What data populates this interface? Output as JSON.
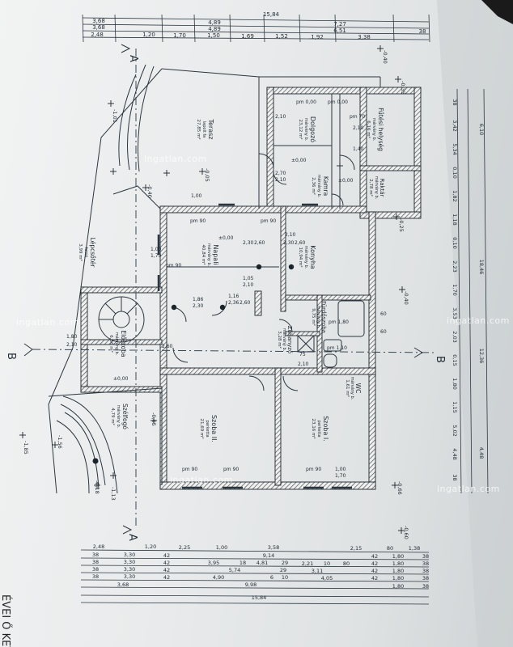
{
  "watermark": "ingatlan.com",
  "section_labels": {
    "a": "A",
    "b": "B"
  },
  "side_text": "ÉVEI Ő KET",
  "top_dimensions": {
    "row1": [
      "3,68",
      "4,89",
      "7,27"
    ],
    "row0": [
      "15,84"
    ],
    "row2": [
      "3,68",
      "4,89",
      "6,51",
      "38"
    ],
    "row3": [
      "2,48",
      "1,20",
      "1,70",
      "1,50",
      "1,69",
      "1,52",
      "1,92",
      "3,38"
    ]
  },
  "bottom_dimensions": {
    "row1": [
      "2,48",
      "1,20",
      "2,25",
      "1,00",
      "3,58",
      "2,15",
      "80",
      "1,38"
    ],
    "row2": [
      "38",
      "3,30",
      "42",
      "9,14",
      "42",
      "1,80",
      "38"
    ],
    "row3": [
      "38",
      "3,30",
      "42",
      "3,95",
      "18",
      "4,81",
      "29",
      "2,21",
      "10",
      "80",
      "42",
      "1,80",
      "38"
    ],
    "row4": [
      "38",
      "3,30",
      "42",
      "5,74",
      "29",
      "3,11",
      "42",
      "1,80",
      "38"
    ],
    "row5": [
      "38",
      "3,30",
      "42",
      "4,90",
      "6",
      "10",
      "4,05",
      "42",
      "1,80",
      "38"
    ],
    "row6": [
      "3,68",
      "9,98",
      "1,80",
      "38"
    ],
    "row7": [
      "15,84"
    ]
  },
  "right_dimensions": {
    "col1": [
      "38",
      "3,42",
      "5,34",
      "0,10",
      "1,82",
      "1,18",
      "0,10",
      "2,23",
      "1,70",
      "3,53",
      "2,03",
      "0,15",
      "1,80",
      "1,15",
      "5,02",
      "4,48",
      "38"
    ],
    "col2": [
      "6,10",
      "18,46",
      "12,36",
      "4,48"
    ]
  },
  "levels": [
    "-0,40",
    "-0,35",
    "-0,25",
    "-0,40",
    "-1,01",
    "-0,05",
    "-0,40",
    "-1,85",
    "-1,56",
    "-1,13",
    "-0,18",
    "-0,05",
    "-0,66",
    "-0,60"
  ],
  "rooms": [
    {
      "name": "Terasz",
      "floor": "lapolt fa",
      "area": "27,85 m²"
    },
    {
      "name": "Dolgozó",
      "floor": "márvány b.",
      "area": "23,12 m²"
    },
    {
      "name": "Fűtési helység",
      "floor": "márvány b.",
      "area": "6,16 m²"
    },
    {
      "name": "Kamra",
      "floor": "márvány b.",
      "area": "2,36 m²"
    },
    {
      "name": "Raktár",
      "floor": "márvány b.",
      "area": "2,78 m²"
    },
    {
      "name": "Napali",
      "floor": "márvány b.",
      "area": "40,84 m²"
    },
    {
      "name": "Konyha",
      "floor": "márvány b.",
      "area": "10,94 m²"
    },
    {
      "name": "Lépcsőtér",
      "floor": "fatok",
      "area": "3,99 m²"
    },
    {
      "name": "Előszoba",
      "floor": "márvány b.",
      "area": "6,66 m²"
    },
    {
      "name": "Fürdőszoba",
      "floor": "márvány b.",
      "area": "9,75 m²"
    },
    {
      "name": "Zuhanyzó",
      "floor": "márvány b.",
      "area": "3,28 m²"
    },
    {
      "name": "WC",
      "floor": "márvány b.",
      "area": "1,61 m²"
    },
    {
      "name": "Szélfogó",
      "floor": "márvány b.",
      "area": "4,79 m²"
    },
    {
      "name": "Szoba II.",
      "floor": "parketta",
      "area": "21,69 m²"
    },
    {
      "name": "Szoba I.",
      "floor": "parketta",
      "area": "23,16 m²"
    }
  ],
  "openings": [
    "1,00",
    "1,00",
    "1,70",
    "2,10",
    "2,10",
    "1,40",
    "pm 70",
    "pm 0,00",
    "pm 0,00",
    "pm 90",
    "pm 90",
    "pm 90",
    "pm 90",
    "pm 90",
    "pm 1,80",
    "pm 90",
    "pm 1,10",
    "2,30",
    "2,60",
    "2,10",
    "2,30",
    "2,60",
    "1,16",
    "2,36",
    "2,60",
    "1,86",
    "2,30",
    "1,05",
    "2,10",
    "2,70",
    "2,10",
    "2,60",
    "1,80",
    "2,10",
    "1,00",
    "1,70",
    "2,10",
    "75",
    "60",
    "60",
    "±0,00",
    "±0,00",
    "±0,00",
    "±0,00"
  ]
}
